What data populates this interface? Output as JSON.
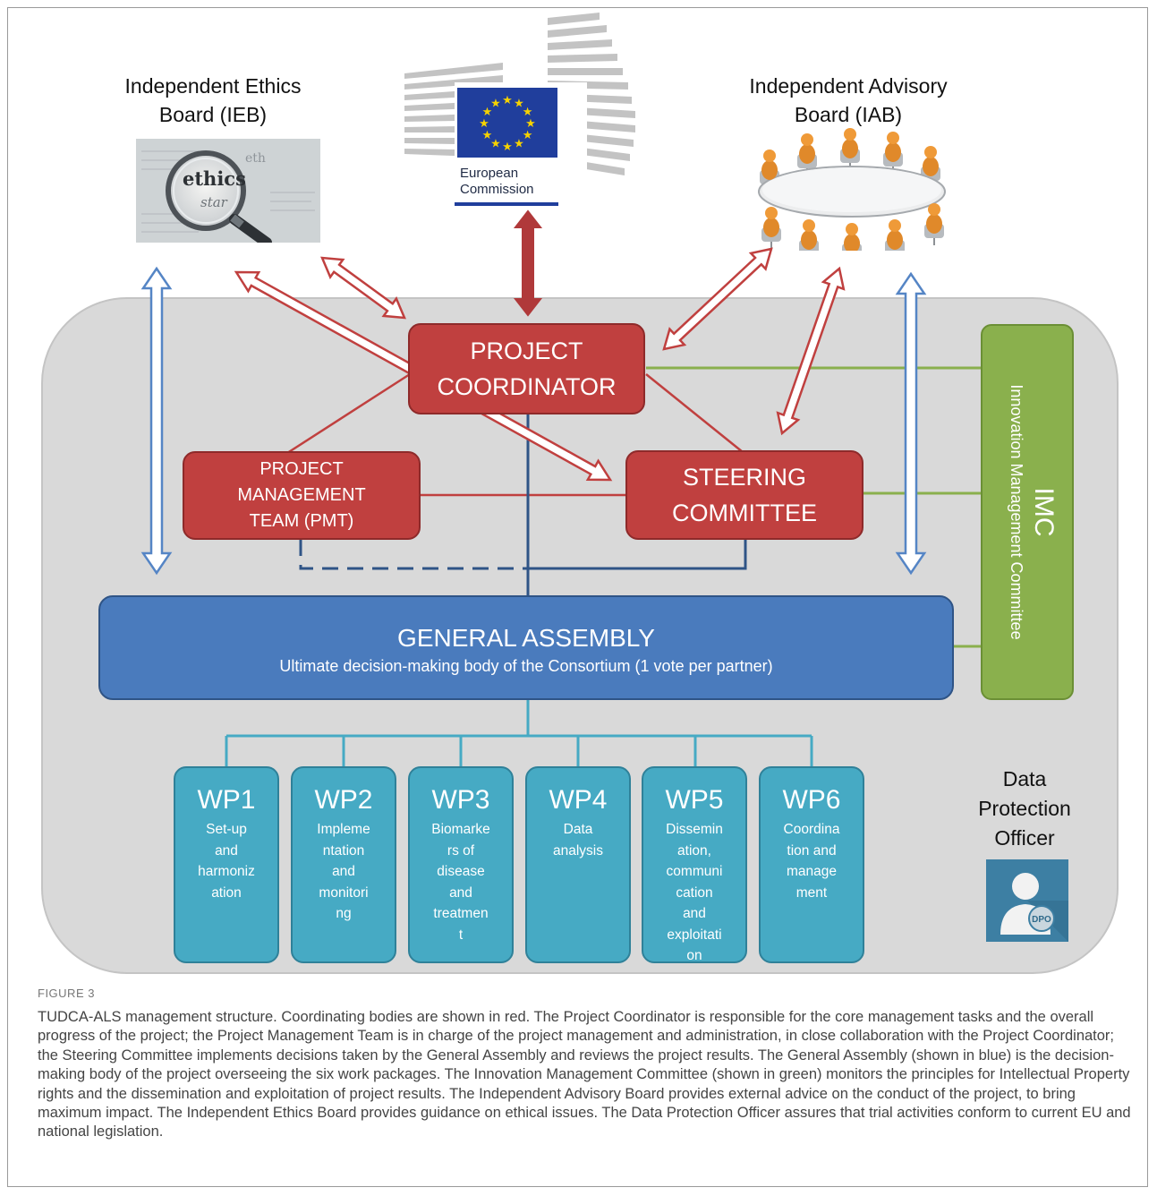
{
  "labels": {
    "ieb": "Independent Ethics Board (IEB)",
    "iab": "Independent Advisory Board (IAB)",
    "ec": "European Commission",
    "dpo": "Data Protection Officer",
    "ethics_image_words": [
      "eth",
      "ethics",
      "star"
    ],
    "dpo_badge": "DPO"
  },
  "boxes": {
    "project_coordinator": [
      "PROJECT",
      "COORDINATOR"
    ],
    "pmt": [
      "PROJECT",
      "MANAGEMENT",
      "TEAM (PMT)"
    ],
    "steering": [
      "STEERING",
      "COMMITTEE"
    ],
    "ga_title": "GENERAL ASSEMBLY",
    "ga_subtitle": "Ultimate decision-making body of the Consortium (1 vote per partner)",
    "imc_title": "IMC",
    "imc_subtitle": "Innovation Management Committee"
  },
  "work_packages": [
    {
      "title": "WP1",
      "desc": [
        "Set-up",
        "and",
        "harmoniz",
        "ation"
      ]
    },
    {
      "title": "WP2",
      "desc": [
        "Impleme",
        "ntation",
        "and",
        "monitori",
        "ng"
      ]
    },
    {
      "title": "WP3",
      "desc": [
        "Biomarke",
        "rs of",
        "disease",
        "and",
        "treatmen",
        "t"
      ]
    },
    {
      "title": "WP4",
      "desc": [
        "Data",
        "analysis"
      ]
    },
    {
      "title": "WP5",
      "desc": [
        "Dissemin",
        "ation,",
        "communi",
        "cation",
        "and",
        "exploitati",
        "on"
      ]
    },
    {
      "title": "WP6",
      "desc": [
        "Coordina",
        "tion and",
        "manage",
        "ment"
      ]
    }
  ],
  "caption": {
    "label": "FIGURE 3",
    "text": "TUDCA-ALS management structure. Coordinating bodies are shown in red. The Project Coordinator is responsible for the core management tasks and the overall progress of the project; the Project Management Team is in charge of the project management and administration, in close collaboration with the Project Coordinator; the Steering Committee implements decisions taken by the General Assembly and reviews the project results. The General Assembly (shown in blue) is the decision-making body of the project overseeing the six work packages. The Innovation Management Committee (shown in green) monitors the principles for Intellectual Property rights and the dissemination and exploitation of project results. The Independent Advisory Board provides external advice on the conduct of the project, to bring maximum impact. The Independent Ethics Board provides guidance on ethical issues. The Data Protection Officer assures that trial activities conform to current EU and national legislation."
  },
  "colors": {
    "coordinating_red": "#c0403f",
    "assembly_blue": "#4a7bbd",
    "imc_green": "#8ab04d",
    "wp_teal": "#46aac4"
  }
}
